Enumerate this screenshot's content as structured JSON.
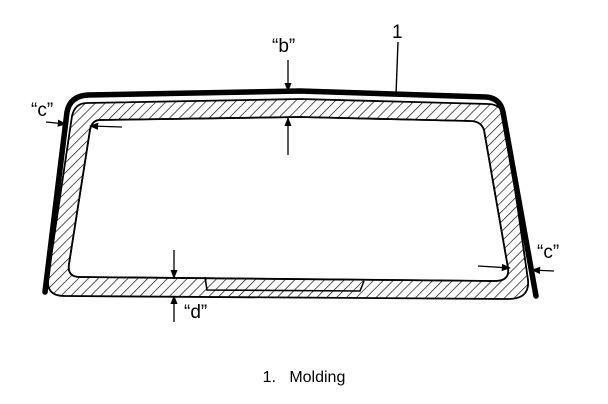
{
  "labels": {
    "callout_1": "1",
    "dim_b": "“b”",
    "dim_c_left": "“c”",
    "dim_c_right": "“c”",
    "dim_d": "“d”"
  },
  "caption": "1.   Molding",
  "colors": {
    "ink": "#000000",
    "background": "#ffffff"
  }
}
